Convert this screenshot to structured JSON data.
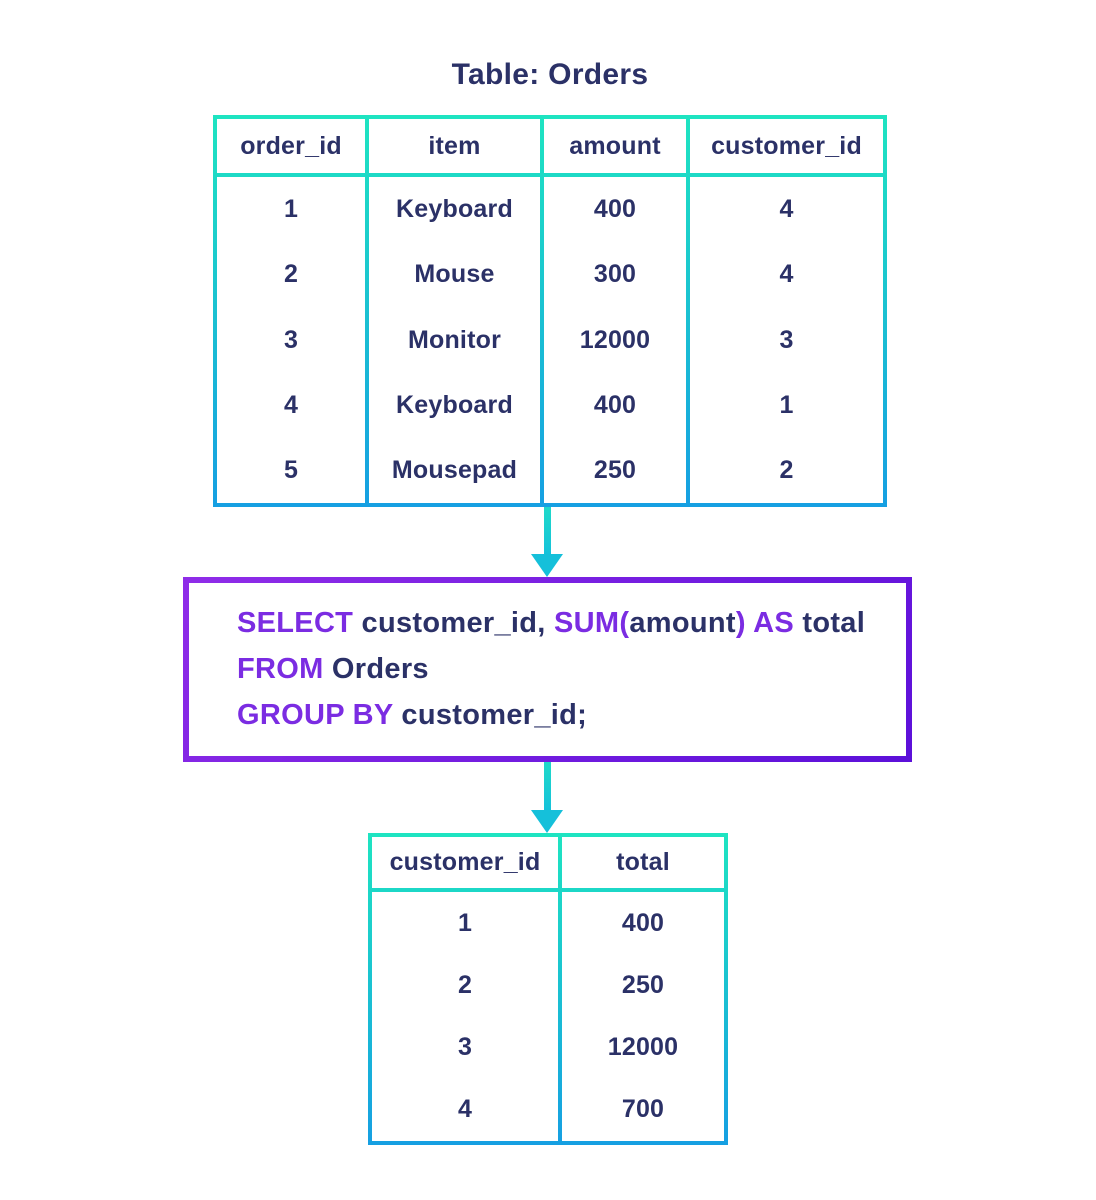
{
  "title": "Table: Orders",
  "orders_table": {
    "columns": [
      "order_id",
      "item",
      "amount",
      "customer_id"
    ],
    "rows": [
      [
        "1",
        "Keyboard",
        "400",
        "4"
      ],
      [
        "2",
        "Mouse",
        "300",
        "4"
      ],
      [
        "3",
        "Monitor",
        "12000",
        "3"
      ],
      [
        "4",
        "Keyboard",
        "400",
        "1"
      ],
      [
        "5",
        "Mousepad",
        "250",
        "2"
      ]
    ]
  },
  "sql_query": {
    "full_text": "SELECT customer_id, SUM(amount) AS total FROM Orders GROUP BY customer_id;",
    "lines": [
      [
        {
          "text": "SELECT",
          "keyword": true
        },
        {
          "text": " customer_id, ",
          "keyword": false
        },
        {
          "text": "SUM(",
          "keyword": true
        },
        {
          "text": "amount",
          "keyword": false
        },
        {
          "text": ")",
          "keyword": true
        },
        {
          "text": " ",
          "keyword": false
        },
        {
          "text": "AS",
          "keyword": true
        },
        {
          "text": " total",
          "keyword": false
        }
      ],
      [
        {
          "text": "FROM",
          "keyword": true
        },
        {
          "text": " Orders",
          "keyword": false
        }
      ],
      [
        {
          "text": "GROUP BY",
          "keyword": true
        },
        {
          "text": " customer_id;",
          "keyword": false
        }
      ]
    ]
  },
  "result_table": {
    "columns": [
      "customer_id",
      "total"
    ],
    "rows": [
      [
        "1",
        "400"
      ],
      [
        "2",
        "250"
      ],
      [
        "3",
        "12000"
      ],
      [
        "4",
        "700"
      ]
    ]
  },
  "icons": {
    "arrow_1": "down-arrow-icon",
    "arrow_2": "down-arrow-icon"
  },
  "colors": {
    "text_navy": "#2b3167",
    "sql_keyword_purple": "#7b2ce2",
    "table_border_gradient_top": "#1ee4c1",
    "table_border_gradient_bottom": "#169fe2",
    "sql_box_border_gradient_start": "#8f2ce8",
    "sql_box_border_gradient_end": "#5c10d9",
    "arrow_cyan": "#15c0da",
    "background": "#ffffff"
  }
}
